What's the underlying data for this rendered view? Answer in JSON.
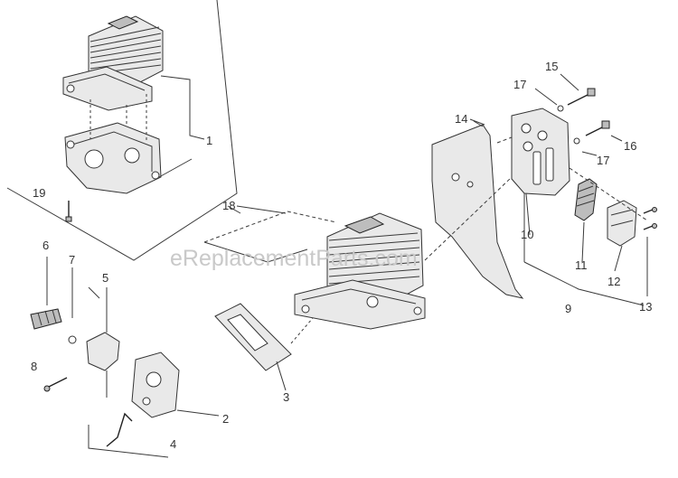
{
  "watermark": "eReplacementParts.com",
  "callouts": [
    {
      "id": "c1",
      "text": "1"
    },
    {
      "id": "c2",
      "text": "2"
    },
    {
      "id": "c3",
      "text": "3"
    },
    {
      "id": "c4",
      "text": "4"
    },
    {
      "id": "c5",
      "text": "5"
    },
    {
      "id": "c6",
      "text": "6"
    },
    {
      "id": "c7",
      "text": "7"
    },
    {
      "id": "c8",
      "text": "8"
    },
    {
      "id": "c9",
      "text": "9"
    },
    {
      "id": "c10",
      "text": "10"
    },
    {
      "id": "c11",
      "text": "11"
    },
    {
      "id": "c12",
      "text": "12"
    },
    {
      "id": "c13",
      "text": "13"
    },
    {
      "id": "c14",
      "text": "14"
    },
    {
      "id": "c15",
      "text": "15"
    },
    {
      "id": "c16",
      "text": "16"
    },
    {
      "id": "c17a",
      "text": "17"
    },
    {
      "id": "c17b",
      "text": "17"
    },
    {
      "id": "c18",
      "text": "18"
    },
    {
      "id": "c19",
      "text": "19"
    }
  ]
}
